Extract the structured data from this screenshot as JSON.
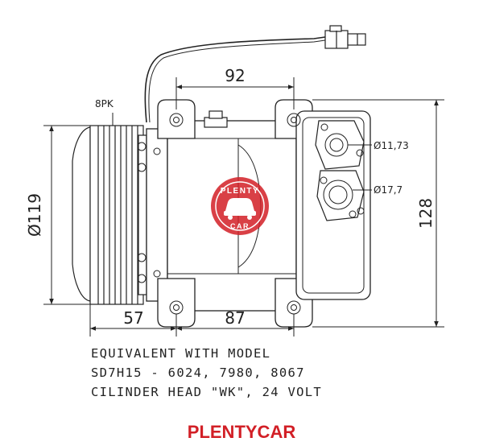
{
  "dimensions": {
    "top_width": "92",
    "pulley_diameter": "Ø119",
    "height": "128",
    "pulley_offset": "57",
    "body_length": "87",
    "port_small": "Ø11,73",
    "port_large": "Ø17,7"
  },
  "belt_label": "8PK",
  "notes": {
    "line1": "EQUIVALENT WITH MODEL",
    "line2": "SD7H15 - 6024, 7980, 8067",
    "line3": "CILINDER HEAD \"WK\", 24 VOLT"
  },
  "watermark": {
    "top_text": "PLENTY",
    "bottom_text": "CAR"
  },
  "footer": {
    "brand": "PLENTYCAR"
  },
  "colors": {
    "brand_red": "#d21f26",
    "line": "#222222"
  }
}
